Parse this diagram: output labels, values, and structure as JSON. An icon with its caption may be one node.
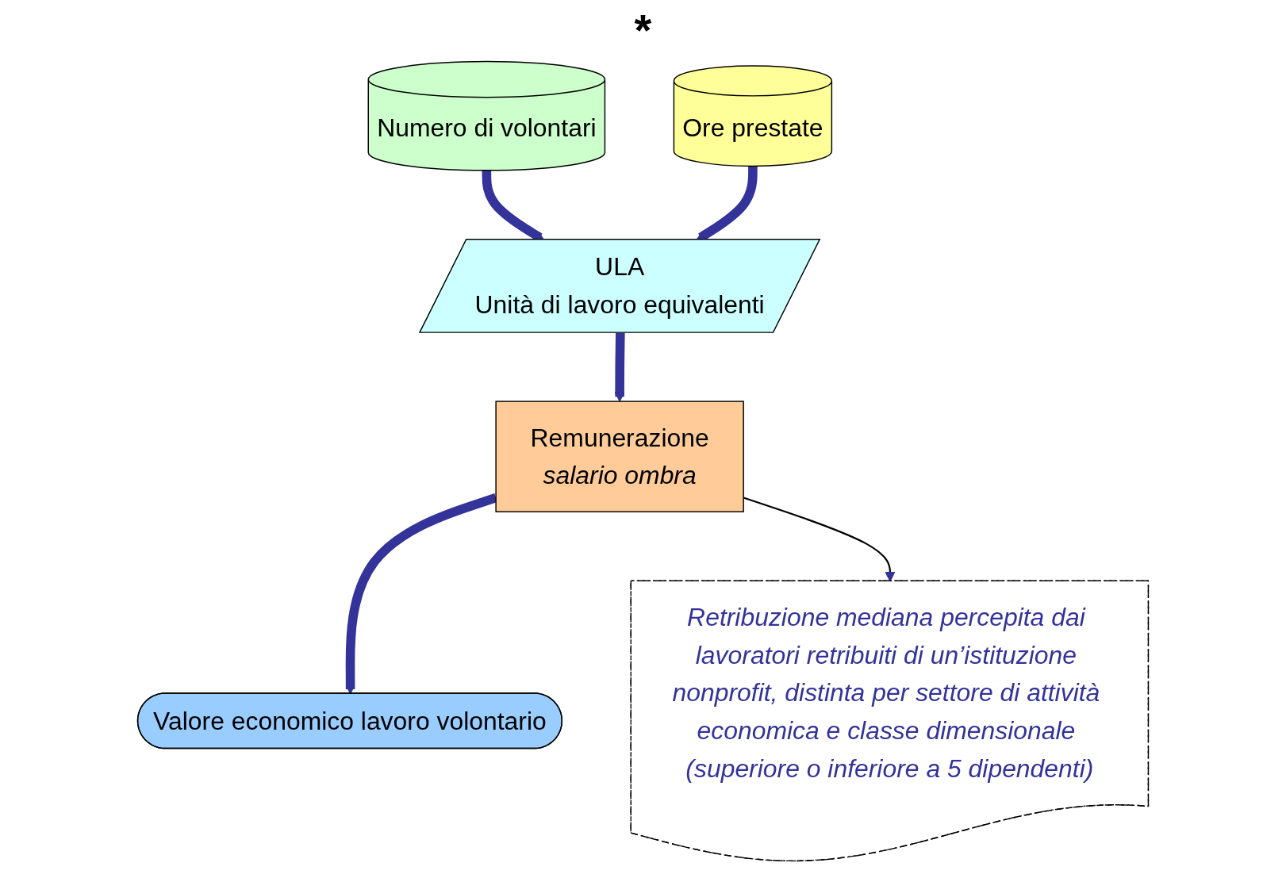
{
  "diagram": {
    "nodes": [
      {
        "text": [
          "Numero di volontari"
        ]
      },
      {
        "text": [
          "Ore prestate"
        ]
      },
      {
        "text": [
          "ULA",
          "Unità di lavoro equivalenti"
        ]
      },
      {
        "text": [
          "Remunerazione",
          "salario ombra"
        ]
      },
      {
        "text": [
          "Valore economico lavoro volontario"
        ]
      },
      {
        "text": [
          "Retribuzione mediana percepita dai lavoratori retribuiti di un’istituzione nonprofit, distinta per settore di attività economica e classe dimensionale (superiore o inferiore a 5 dipendenti)"
        ]
      }
    ],
    "edges": [
      {
        "from": 0,
        "to": 2,
        "arrow": "to"
      },
      {
        "from": 1,
        "to": 2,
        "arrow": "to"
      },
      {
        "from": 2,
        "to": 3,
        "arrow": "to"
      },
      {
        "from": 3,
        "to": 4,
        "arrow": "to"
      },
      {
        "from": 3,
        "to": 5,
        "arrow": "to",
        "color": "#000000"
      }
    ],
    "labels": [
      "*"
    ]
  }
}
